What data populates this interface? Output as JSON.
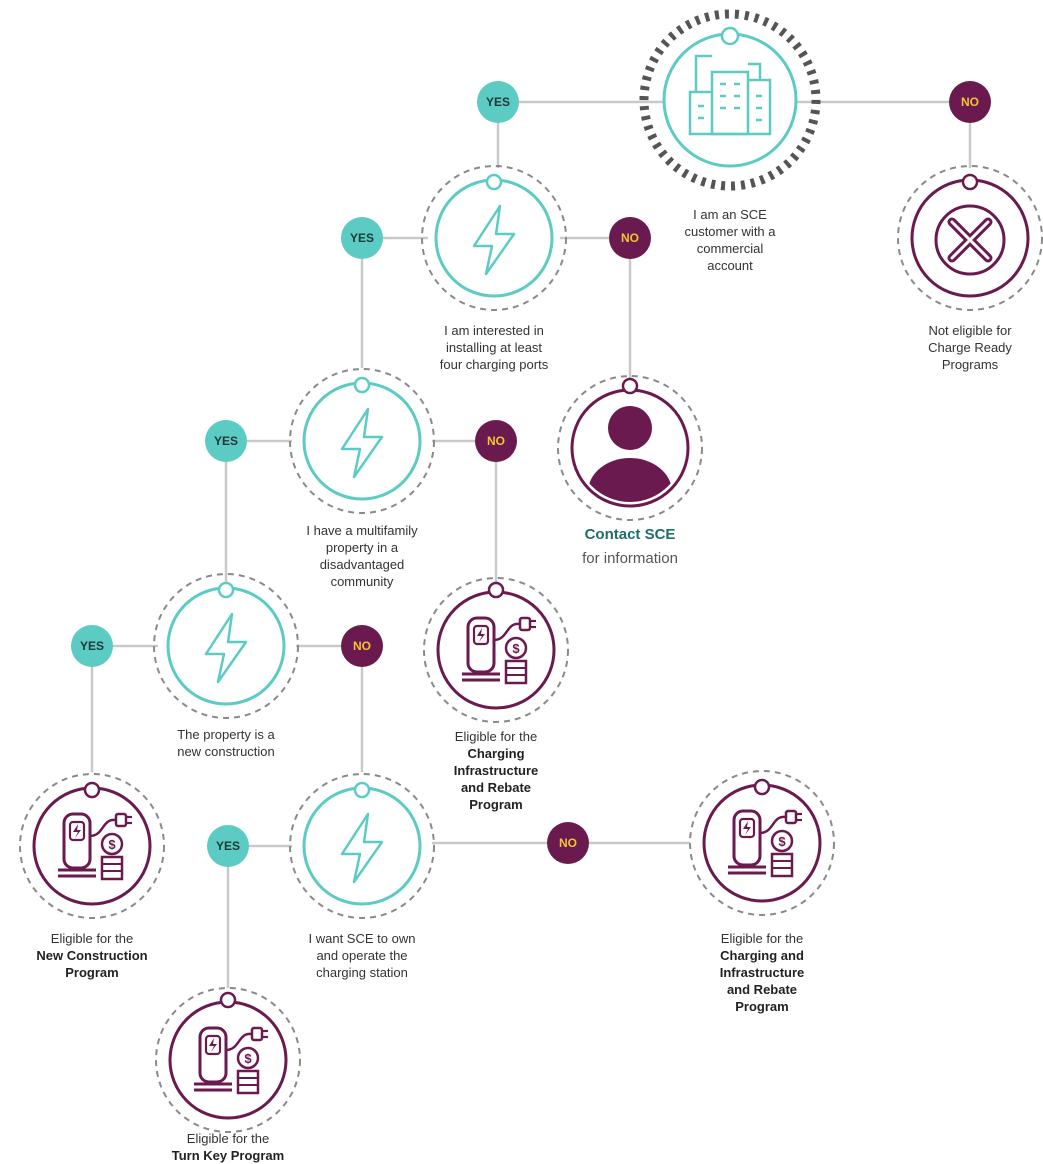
{
  "colors": {
    "teal": "#5ccbc4",
    "purple": "#6b1a4f",
    "line": "#c9c9c9",
    "dash": "#8a8a8a",
    "yes_text": "#1d3a38",
    "no_text": "#f4c431",
    "contact_teal": "#1e6e6a"
  },
  "badges": {
    "yes": "YES",
    "no": "NO"
  },
  "nodes": {
    "commercial_account": {
      "icon": "buildings-icon",
      "caption": [
        "I am an SCE",
        "customer with a",
        "commercial",
        "account"
      ]
    },
    "not_eligible": {
      "icon": "x-icon",
      "caption": [
        "Not eligible for",
        "Charge Ready",
        "Programs"
      ]
    },
    "four_ports": {
      "icon": "lightning-icon",
      "caption": [
        "I am interested in",
        "installing at least",
        "four charging ports"
      ]
    },
    "contact": {
      "icon": "person-icon",
      "title": "Contact SCE",
      "subtitle": "for information"
    },
    "multifamily": {
      "icon": "lightning-icon",
      "caption": [
        "I have a multifamily",
        "property in a",
        "disadvantaged",
        "community"
      ]
    },
    "infra_rebate": {
      "icon": "charger-icon",
      "caption_prefix": "Eligible for the",
      "caption_bold": [
        "Charging",
        "Infrastructure",
        "and Rebate",
        "Program"
      ]
    },
    "new_construction_q": {
      "icon": "lightning-icon",
      "caption": [
        "The property is a",
        "new construction"
      ]
    },
    "new_construction_program": {
      "icon": "charger-icon",
      "caption_prefix": "Eligible for the",
      "caption_bold": [
        "New Construction",
        "Program"
      ]
    },
    "own_operate": {
      "icon": "lightning-icon",
      "caption": [
        "I want SCE to own",
        "and operate the",
        "charging station"
      ]
    },
    "charging_infra_rebate": {
      "icon": "charger-icon",
      "caption_prefix": "Eligible for the",
      "caption_bold": [
        "Charging and",
        "Infrastructure",
        "and Rebate",
        "Program"
      ]
    },
    "turn_key": {
      "icon": "charger-icon",
      "caption_prefix": "Eligible for the",
      "caption_bold": [
        "Turn Key Program"
      ]
    }
  }
}
